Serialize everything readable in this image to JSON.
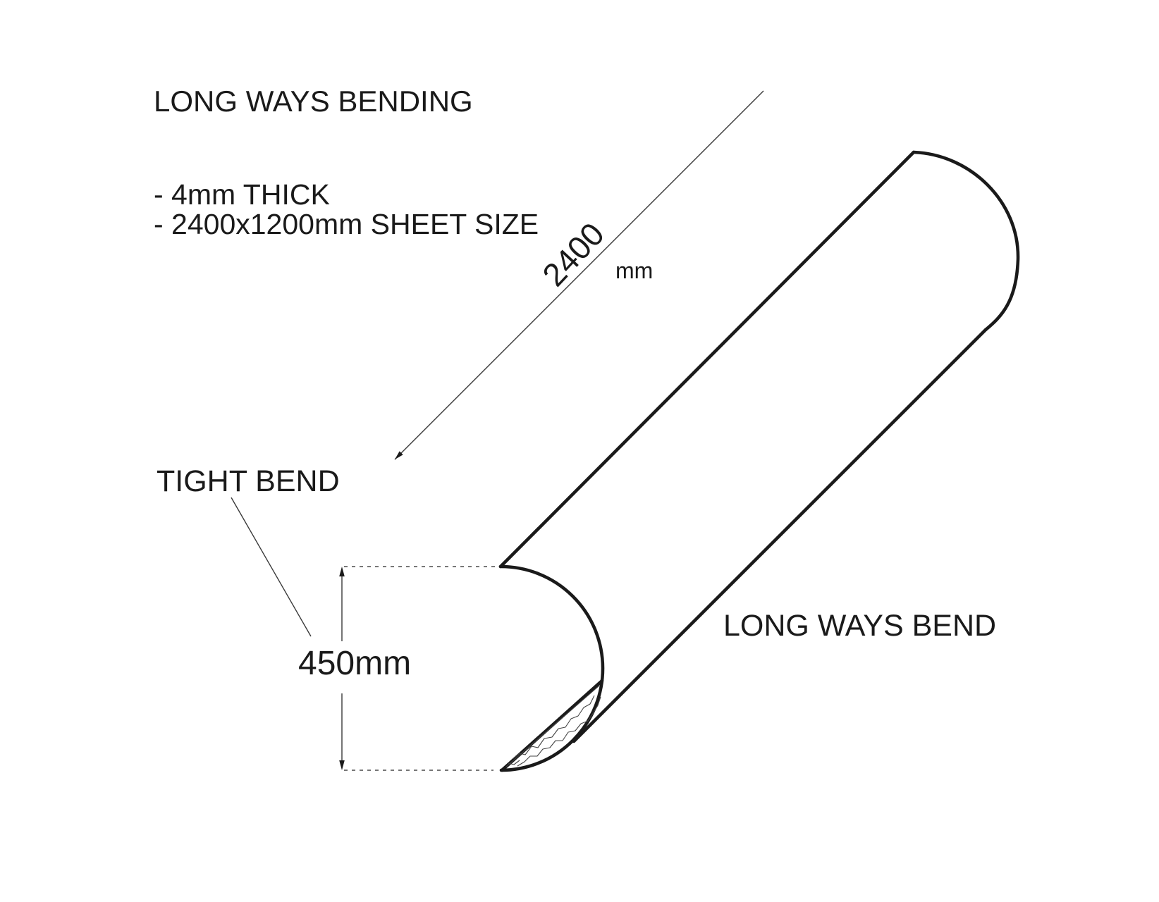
{
  "page": {
    "background_color": "#ffffff",
    "line_color": "#1a1a1a"
  },
  "title": "LONG WAYS BENDING",
  "notes": {
    "thickness": "- 4mm THICK",
    "sheet_size": "- 2400x1200mm SHEET SIZE"
  },
  "dimensions": {
    "sheet_length": {
      "value": "2400",
      "unit": "mm"
    },
    "bend_width": {
      "value": "450mm"
    }
  },
  "labels": {
    "tight_bend": "TIGHT BEND",
    "long_ways_bend": "LONG WAYS BEND"
  }
}
